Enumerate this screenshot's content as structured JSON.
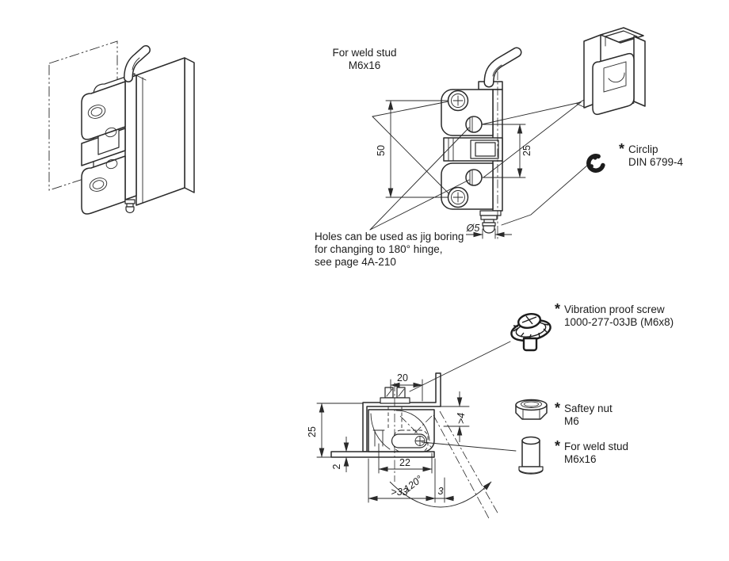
{
  "colors": {
    "ink": "#1c1c1c",
    "background": "#ffffff"
  },
  "front_view": {
    "callout_weld_stud": {
      "line1": "For weld stud",
      "line2": "M6x16"
    },
    "jig_note": {
      "line1": "Holes can be used as jig boring",
      "line2": "for changing to 180° hinge,",
      "line3": "see page 4A-210"
    },
    "dim_hole_spacing": "50",
    "dim_jig_spacing": "25",
    "dim_pin_diameter": "Ø5"
  },
  "side_view": {
    "dim_top_width": "20",
    "dim_height": "25",
    "dim_sheet_thickness": "2",
    "dim_slot_length": "22",
    "dim_min_depth": ">33",
    "dim_opening_angle": "120°",
    "dim_offset": "3",
    "dim_clearance": ">4"
  },
  "parts": {
    "circlip": {
      "marker": "*",
      "name": "Circlip",
      "spec": "DIN 6799-4"
    },
    "vibration_screw": {
      "marker": "*",
      "name": "Vibration proof screw",
      "spec": "1000-277-03JB (M6x8)"
    },
    "safety_nut": {
      "marker": "*",
      "name": "Saftey nut",
      "spec": "M6"
    },
    "weld_stud": {
      "marker": "*",
      "name": "For weld stud",
      "spec": "M6x16"
    }
  }
}
